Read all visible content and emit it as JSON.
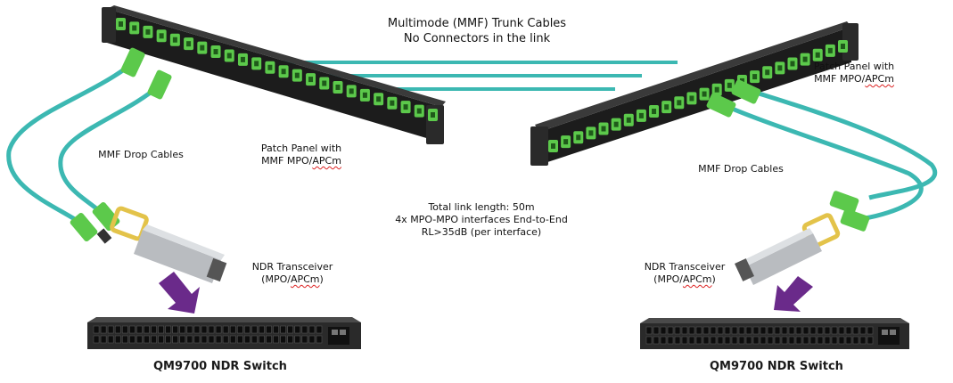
{
  "trunk_label": {
    "line1": "Multimode (MMF) Trunk Cables",
    "line2": "No Connectors in the link"
  },
  "left": {
    "patch_panel": {
      "line1": "Patch Panel with",
      "line2_prefix": "MMF MPO/",
      "line2_suffix": "APCm"
    },
    "drop_cables": "MMF Drop Cables",
    "transceiver": {
      "line1": "NDR Transceiver",
      "line2_prefix": "(MPO/",
      "line2_mid": "APCm",
      "line2_suffix": ")"
    },
    "switch": "QM9700 NDR Switch"
  },
  "right": {
    "patch_panel": {
      "line1": "Patch Panel with",
      "line2_prefix": "MMF MPO/",
      "line2_suffix": "APCm"
    },
    "drop_cables": "MMF Drop Cables",
    "transceiver": {
      "line1": "NDR Transceiver",
      "line2_prefix": "(MPO/",
      "line2_mid": "APCm",
      "line2_suffix": ")"
    },
    "switch": "QM9700 NDR Switch"
  },
  "link_info": {
    "line1": "Total link length: 50m",
    "line2": "4x MPO-MPO interfaces End-to-End",
    "line3": "RL>35dB (per interface)"
  },
  "colors": {
    "cable": "#3cb8b2",
    "connector_green": "#5cc94b",
    "panel_dark": "#1c1c1c",
    "arrow": "#6a2a8a",
    "switch_dark": "#222222"
  }
}
